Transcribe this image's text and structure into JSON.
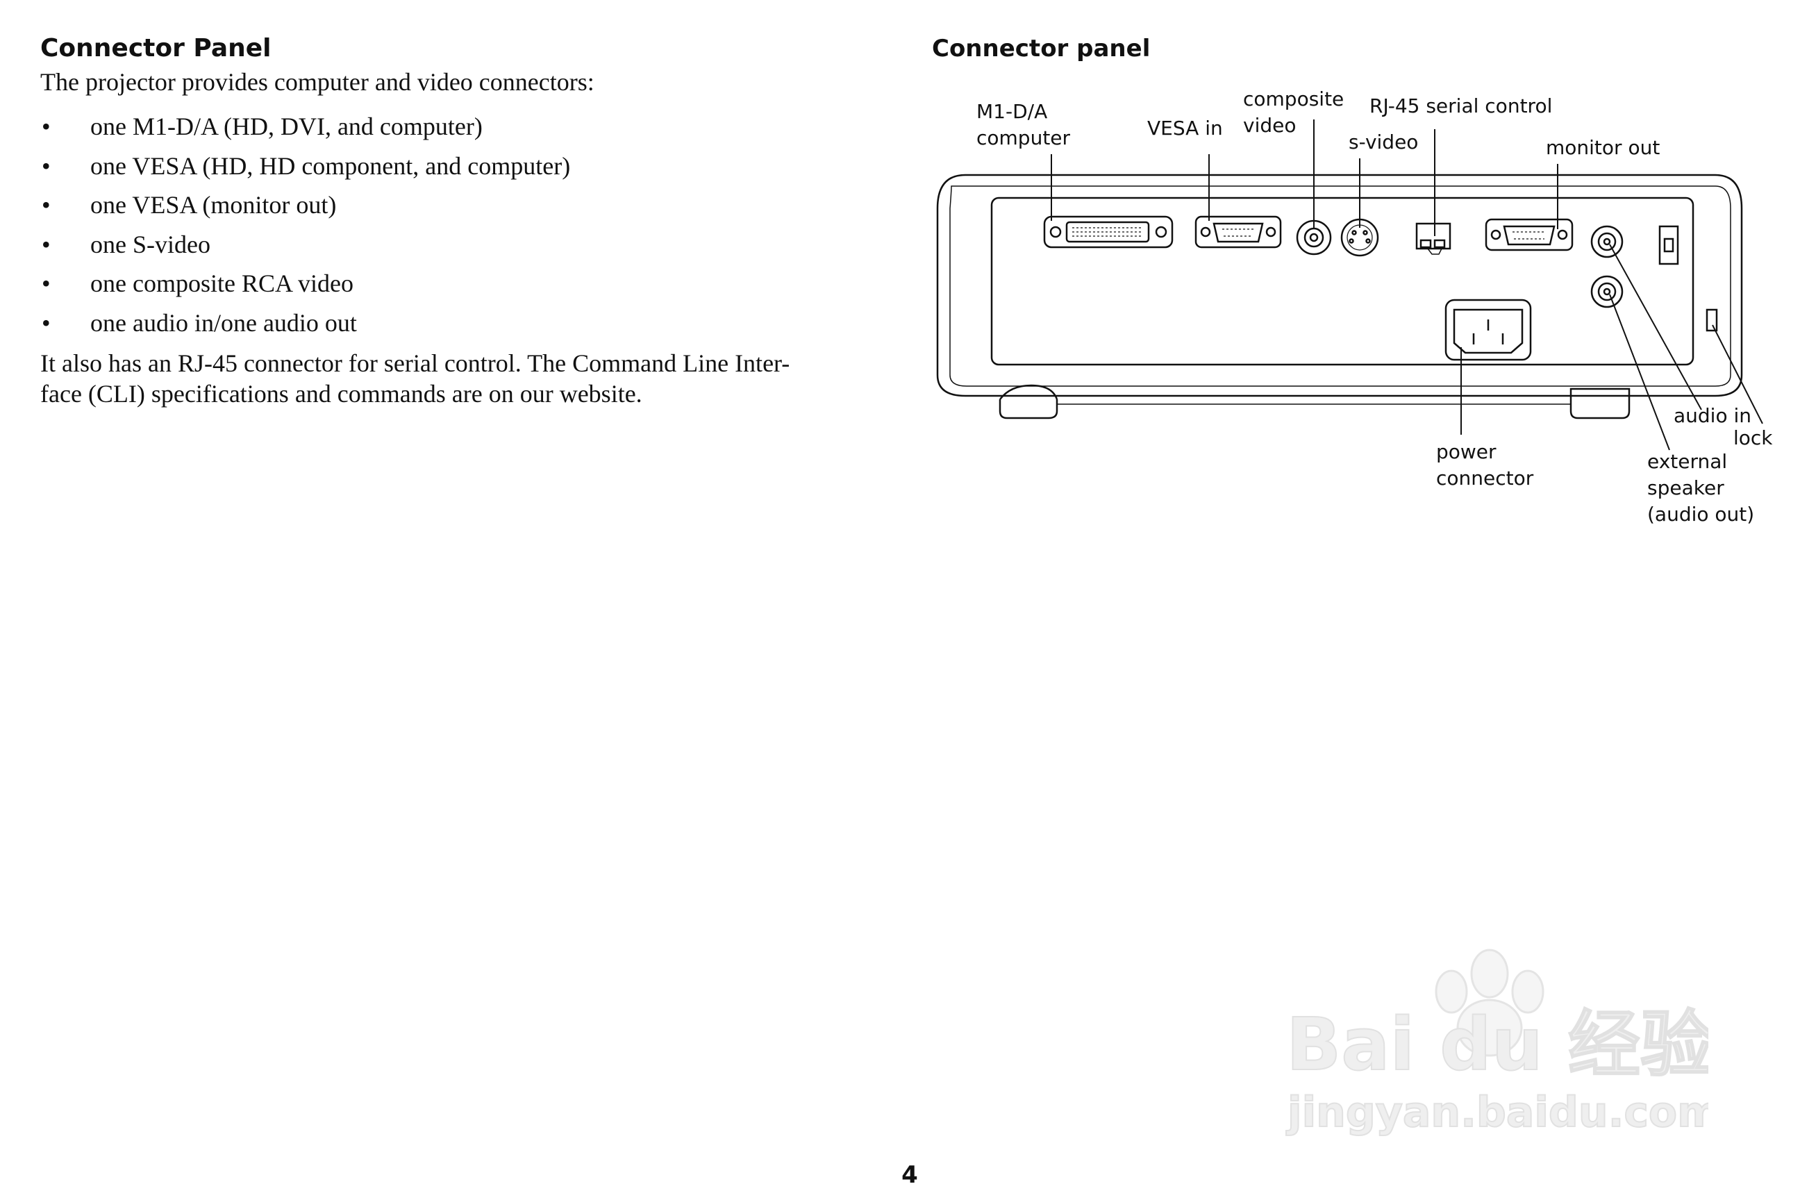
{
  "left": {
    "heading": "Connector Panel",
    "intro": "The projector provides computer and video connectors:",
    "bullet_symbol": "•",
    "bullets": [
      "one M1-D/A (HD, DVI, and computer)",
      "one VESA (HD, HD component, and computer)",
      "one VESA (monitor out)",
      "one S-video",
      "one composite RCA video",
      "one audio in/one audio out"
    ],
    "paragraph_lines": [
      "It also has an RJ-45 connector for serial control. The Command Line Inter-",
      "face (CLI) specifications and commands are on our website."
    ]
  },
  "diagram": {
    "title": "Connector panel",
    "labels": {
      "m1da_line1": "M1-D/A",
      "m1da_line2": "computer",
      "vesa_in": "VESA in",
      "composite_line1": "composite",
      "composite_line2": "video",
      "svideo": "s-video",
      "rj45": "RJ-45 serial control",
      "monitor_out": "monitor out",
      "power_line1": "power",
      "power_line2": "connector",
      "audio_in": "audio in",
      "lock": "lock",
      "speaker_line1": "external",
      "speaker_line2": "speaker",
      "speaker_line3": "(audio out)"
    }
  },
  "page_number": "4",
  "watermark": {
    "line1": "Bai du 经验",
    "line2": "jingyan.baidu.com"
  }
}
